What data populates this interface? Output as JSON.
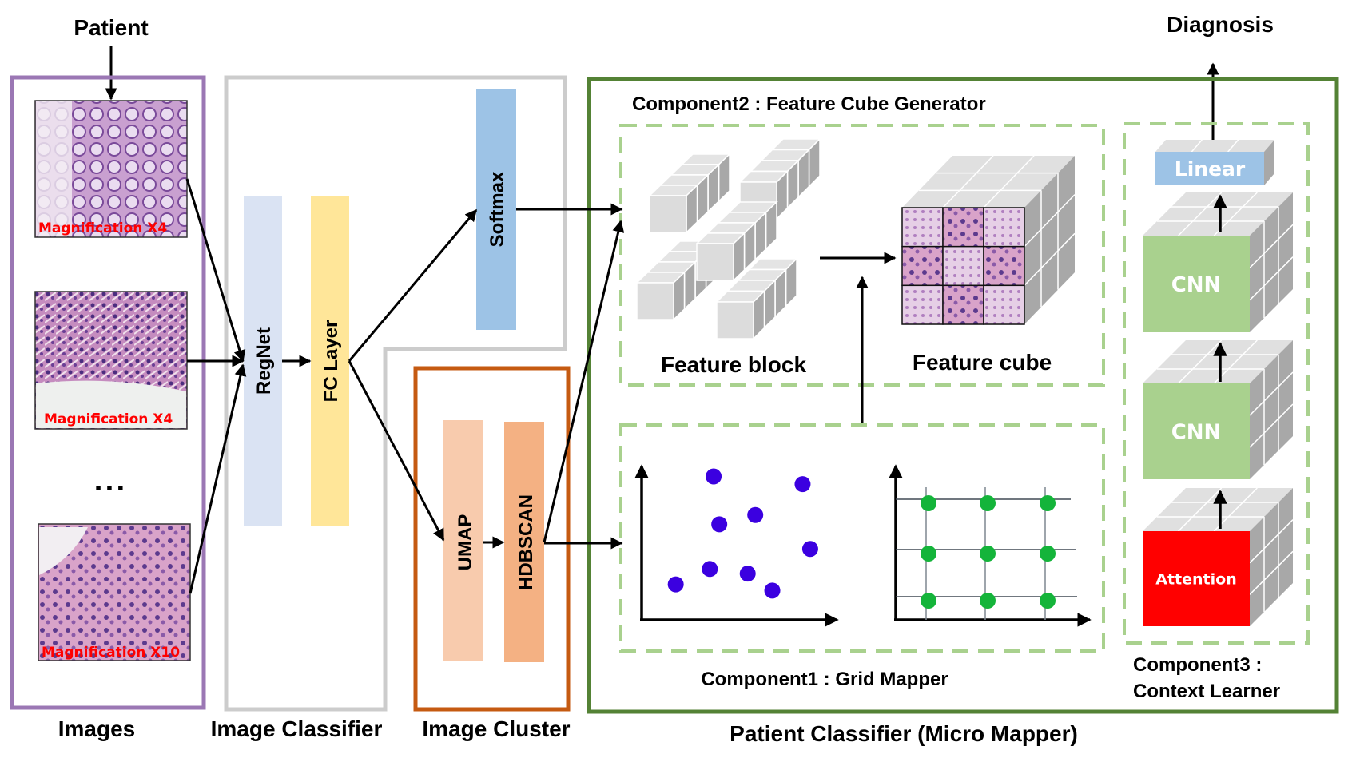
{
  "title": "Patient classification pipeline",
  "colors": {
    "images_border": "#9b77b4",
    "classifier_border": "#cccccc",
    "cluster_border": "#c55a11",
    "patient_border": "#548235",
    "dashed_component": "#a9d18e",
    "regnet": "#dae3f3",
    "fc_layer": "#ffe699",
    "softmax": "#9dc3e6",
    "umap": "#f8cbad",
    "hdbscan": "#f4b183",
    "linear": "#9dc3e6",
    "cnn": "#a9d18e",
    "attention": "#ff0000",
    "scatter_dot": "#3b00e0",
    "grid_dot": "#14b43a"
  },
  "labels": {
    "patient": "Patient",
    "diagnosis": "Diagnosis",
    "images": "Images",
    "image_classifier": "Image Classifier",
    "image_cluster": "Image Cluster",
    "patient_classifier": "Patient Classifier  (Micro Mapper)",
    "ellipsis": "▪ ▪ ▪"
  },
  "images": [
    {
      "caption": "Magnification X4"
    },
    {
      "caption": "Magnification X4"
    },
    {
      "caption": "Magnification X10"
    }
  ],
  "classifier": {
    "regnet": "RegNet",
    "fc_layer": "FC Layer",
    "softmax": "Softmax"
  },
  "cluster": {
    "umap": "UMAP",
    "hdbscan": "HDBSCAN"
  },
  "component2": {
    "title": "Component2 : Feature Cube Generator",
    "feature_block": "Feature block",
    "feature_cube": "Feature cube"
  },
  "component1": {
    "title": "Component1 : Grid Mapper",
    "scatter_points": [
      [
        0.38,
        0.93
      ],
      [
        0.85,
        0.88
      ],
      [
        0.6,
        0.68
      ],
      [
        0.41,
        0.62
      ],
      [
        0.89,
        0.46
      ],
      [
        0.36,
        0.33
      ],
      [
        0.56,
        0.3
      ],
      [
        0.18,
        0.23
      ],
      [
        0.69,
        0.19
      ]
    ],
    "grid_rows": 3,
    "grid_cols": 3
  },
  "component3": {
    "title_line1": "Component3 :",
    "title_line2": "Context Learner",
    "linear": "Linear",
    "cnn_top": "CNN",
    "cnn_bottom": "CNN",
    "attention": "Attention"
  }
}
